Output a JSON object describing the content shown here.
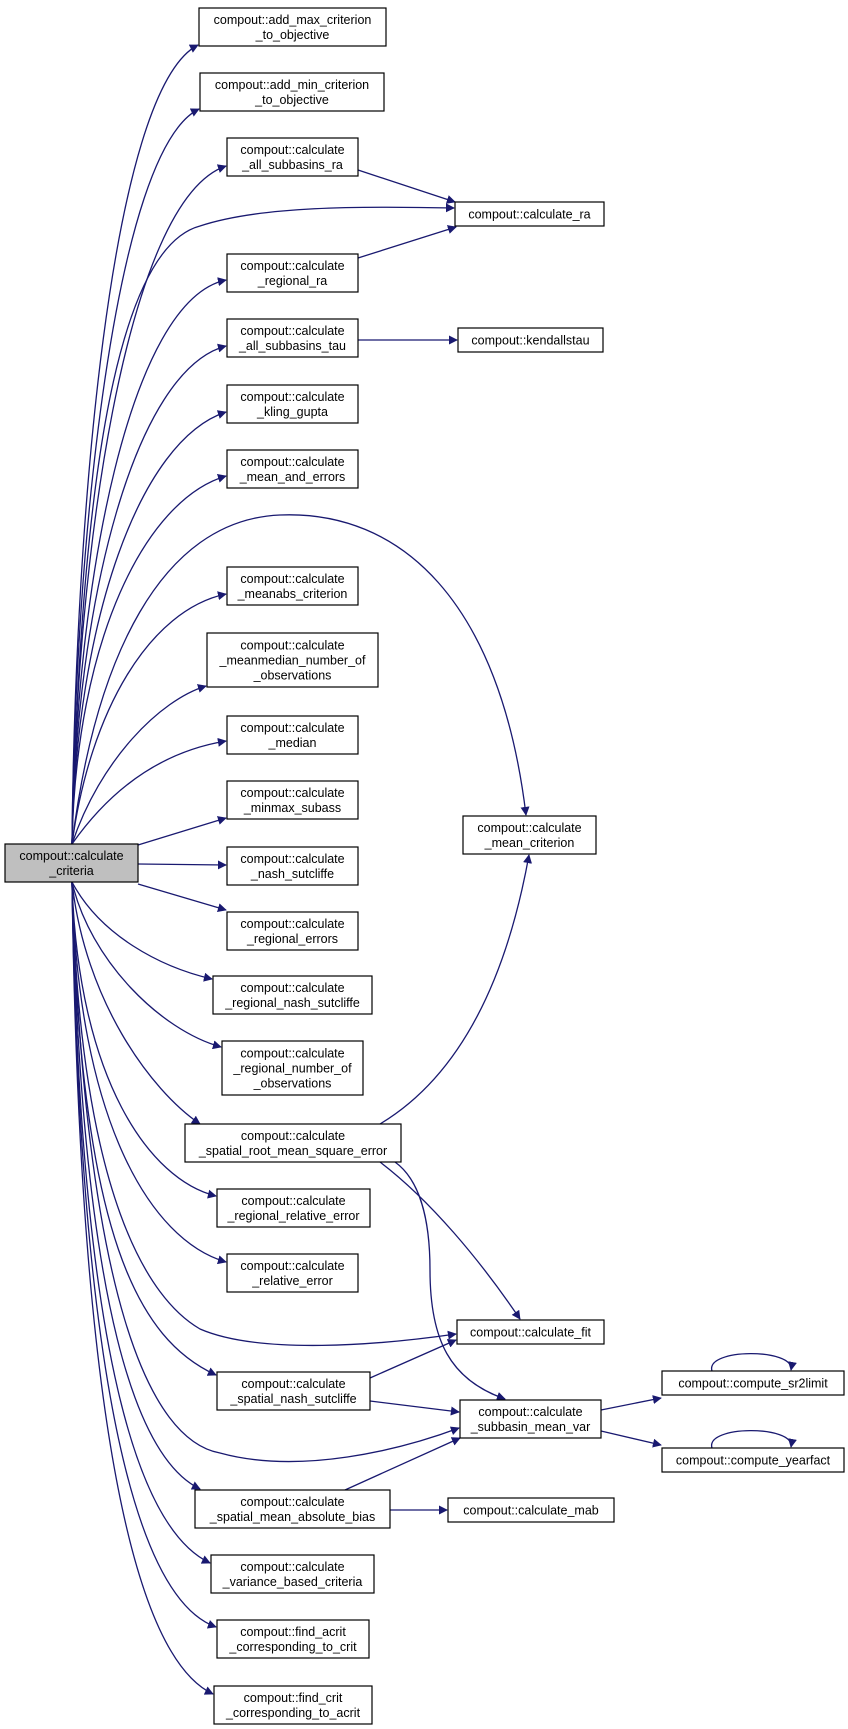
{
  "graph": {
    "colors": {
      "edge": "#191970",
      "root_fill": "#bfbfbf",
      "node_fill": "#ffffff",
      "border": "#000000"
    },
    "root": {
      "lines": [
        "compout::calculate",
        "_criteria"
      ]
    },
    "nodes": {
      "add_max": [
        "compout::add_max_criterion",
        "_to_objective"
      ],
      "add_min": [
        "compout::add_min_criterion",
        "_to_objective"
      ],
      "all_sub_ra": [
        "compout::calculate",
        "_all_subbasins_ra"
      ],
      "calc_ra": [
        "compout::calculate_ra"
      ],
      "regional_ra": [
        "compout::calculate",
        "_regional_ra"
      ],
      "all_sub_tau": [
        "compout::calculate",
        "_all_subbasins_tau"
      ],
      "kendall": [
        "compout::kendallstau"
      ],
      "kling": [
        "compout::calculate",
        "_kling_gupta"
      ],
      "mean_errors": [
        "compout::calculate",
        "_mean_and_errors"
      ],
      "meanabs": [
        "compout::calculate",
        "_meanabs_criterion"
      ],
      "meanmedian": [
        "compout::calculate",
        "_meanmedian_number_of",
        "_observations"
      ],
      "median": [
        "compout::calculate",
        "_median"
      ],
      "minmax": [
        "compout::calculate",
        "_minmax_subass"
      ],
      "mean_crit": [
        "compout::calculate",
        "_mean_criterion"
      ],
      "nash": [
        "compout::calculate",
        "_nash_sutcliffe"
      ],
      "reg_errors": [
        "compout::calculate",
        "_regional_errors"
      ],
      "reg_nash": [
        "compout::calculate",
        "_regional_nash_sutcliffe"
      ],
      "reg_numobs": [
        "compout::calculate",
        "_regional_number_of",
        "_observations"
      ],
      "spatial_rmse": [
        "compout::calculate",
        "_spatial_root_mean_square_error"
      ],
      "reg_rel_err": [
        "compout::calculate",
        "_regional_relative_error"
      ],
      "rel_err": [
        "compout::calculate",
        "_relative_error"
      ],
      "calc_fit": [
        "compout::calculate_fit"
      ],
      "spatial_nash": [
        "compout::calculate",
        "_spatial_nash_sutcliffe"
      ],
      "subbasin_mv": [
        "compout::calculate",
        "_subbasin_mean_var"
      ],
      "sr2limit": [
        "compout::compute_sr2limit"
      ],
      "yearfact": [
        "compout::compute_yearfact"
      ],
      "spatial_mab": [
        "compout::calculate",
        "_spatial_mean_absolute_bias"
      ],
      "calc_mab": [
        "compout::calculate_mab"
      ],
      "variance": [
        "compout::calculate",
        "_variance_based_criteria"
      ],
      "find_acrit": [
        "compout::find_acrit",
        "_corresponding_to_crit"
      ],
      "find_crit": [
        "compout::find_crit",
        "_corresponding_to_acrit"
      ]
    }
  }
}
